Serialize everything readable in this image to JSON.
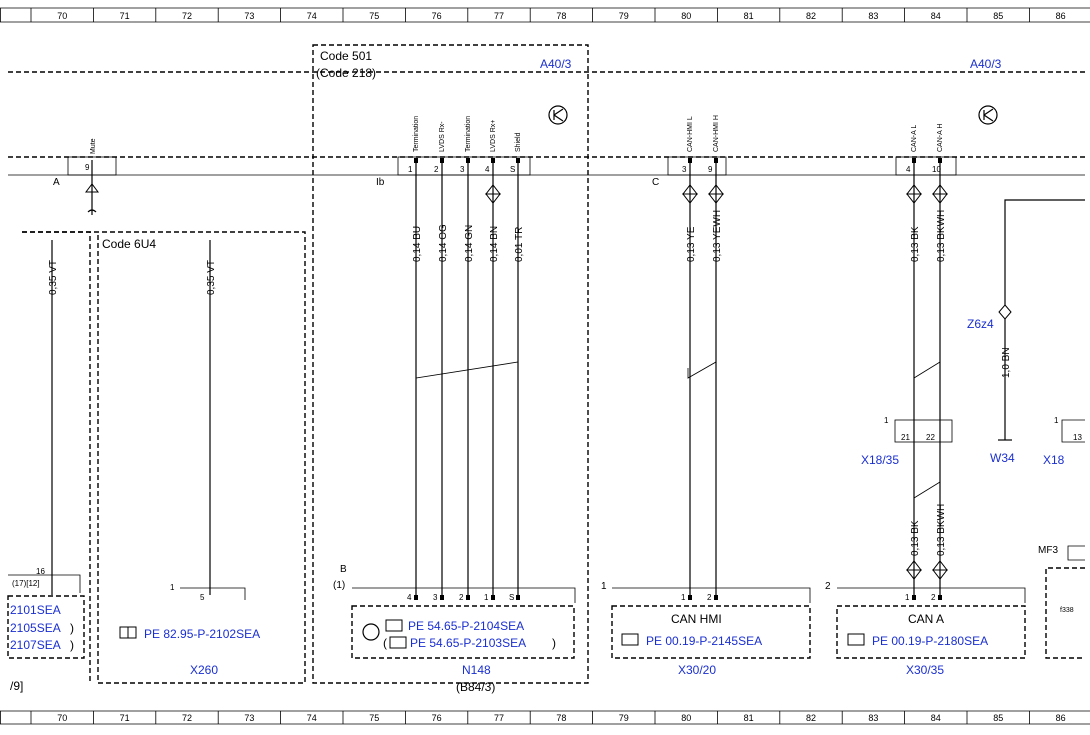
{
  "ruler": [
    "70",
    "71",
    "72",
    "73",
    "74",
    "75",
    "76",
    "77",
    "78",
    "79",
    "80",
    "81",
    "82",
    "83",
    "84",
    "85",
    "86"
  ],
  "bus": {
    "left": "A40/3",
    "right": "A40/3"
  },
  "module": {
    "code": "Code 501",
    "alt_code": "(Code 218)"
  },
  "mute": {
    "pin": "9",
    "signal": "Mute",
    "conn": "A"
  },
  "code6u4": "Code 6U4",
  "lvds": {
    "conn": "Ib",
    "signals": [
      "Termination",
      "LVDS Rx-",
      "Termination",
      "LVDS Rx+",
      "Shield"
    ],
    "pins": [
      "1",
      "2",
      "3",
      "4",
      "S"
    ],
    "wires": [
      "0,14 BU",
      "0,14 OG",
      "0,14 GN",
      "0,14 BN",
      "0,01 TR"
    ],
    "bottom_pins": [
      "4",
      "3",
      "2",
      "1",
      "S"
    ]
  },
  "canhmi": {
    "conn": "C",
    "signals": [
      "CAN-HMI L",
      "CAN-HMI H"
    ],
    "pins": [
      "3",
      "9"
    ],
    "wires": [
      "0,13 YE",
      "0,13 YEWH"
    ],
    "label": "CAN HMI",
    "bottom_pins": [
      "1",
      "2"
    ],
    "ref": "PE 00.19-P-2145SEA",
    "id": "X30/20",
    "marker": "1"
  },
  "cana": {
    "signals": [
      "CAN-A L",
      "CAN-A H"
    ],
    "pins": [
      "4",
      "10"
    ],
    "wires_top": [
      "0,13 BK",
      "0,13 BKWH"
    ],
    "wires_bottom": [
      "0,13 BK",
      "0,13 BKWH"
    ],
    "label": "CAN A",
    "bottom_pins": [
      "1",
      "2"
    ],
    "ref": "PE 00.19-P-2180SEA",
    "id": "X30/35",
    "marker": "2"
  },
  "x18_35": {
    "id": "X18/35",
    "pins": [
      "21",
      "22"
    ],
    "marker": "1"
  },
  "z6z4": {
    "id": "Z6z4",
    "wire": "1,0 BN",
    "ground": "W34"
  },
  "x18": {
    "id": "X18",
    "pin": "13",
    "marker": "1"
  },
  "mf3": "MF3",
  "f338": "f338",
  "vt_left": {
    "wire": "0,35 VT",
    "pin": "16",
    "pins_alt": "(17)[12]",
    "refs": [
      "2101SEA",
      "2105SEA",
      "2107SEA"
    ],
    "paren": ")"
  },
  "vt_mid": {
    "wire": "0,35 VT",
    "pin": "5",
    "marker": "1",
    "ref": "PE 82.95-P-2102SEA",
    "id": "X260"
  },
  "n148": {
    "marker_b": "B",
    "marker_1": "(1)",
    "refs": [
      "PE 54.65-P-2104SEA",
      "PE 54.65-P-2103SEA"
    ],
    "paren_open": "(",
    "paren_close": ")",
    "id": "N148",
    "alt_id": "(B84/3)"
  },
  "left_edge": "/9]",
  "colors": {
    "link": "#1a2fd1",
    "line": "#000000"
  },
  "icons": [
    "book-ref-icon",
    "transistor-icon",
    "shield-plug-icon"
  ]
}
